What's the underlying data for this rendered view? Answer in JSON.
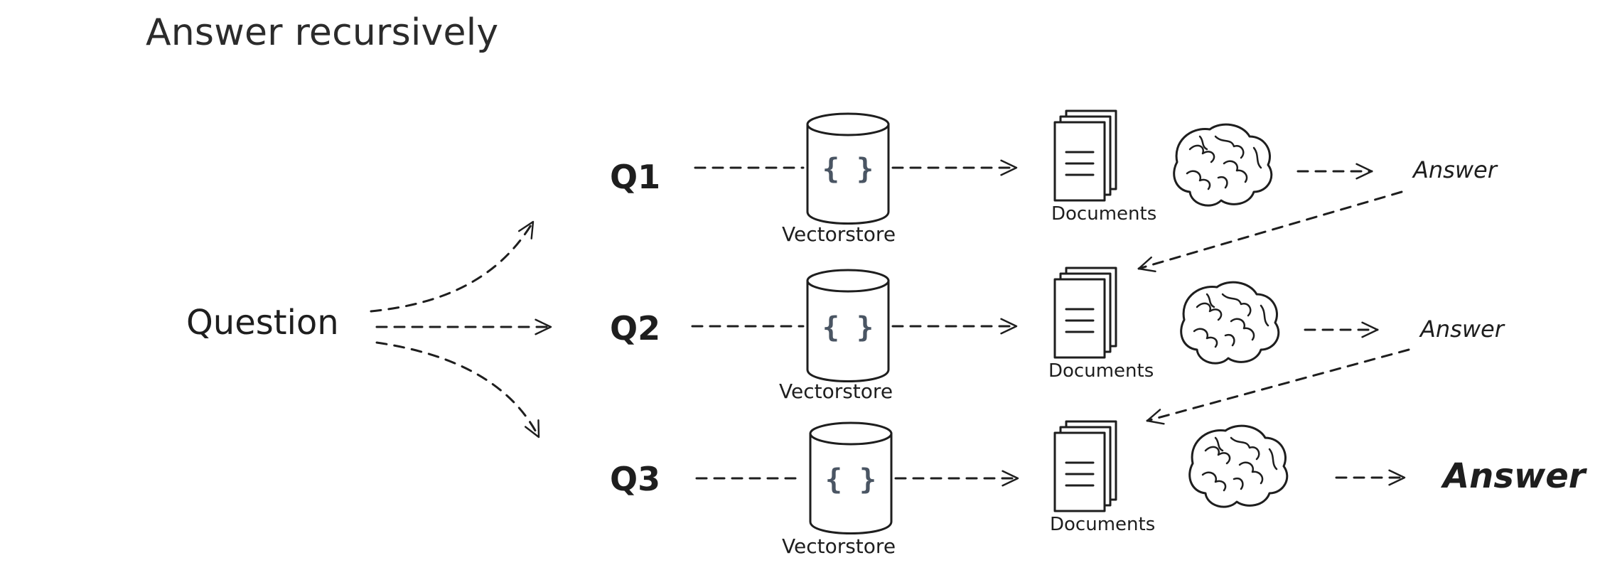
{
  "title": "Answer recursively",
  "question_label": "Question",
  "rows": [
    {
      "query": "Q1",
      "vectorstore_label": "Vectorstore",
      "vectorstore_symbol": "{ }",
      "documents_label": "Documents",
      "answer_label": "Answer"
    },
    {
      "query": "Q2",
      "vectorstore_label": "Vectorstore",
      "vectorstore_symbol": "{ }",
      "documents_label": "Documents",
      "answer_label": "Answer"
    },
    {
      "query": "Q3",
      "vectorstore_label": "Vectorstore",
      "vectorstore_symbol": "{ }",
      "documents_label": "Documents",
      "answer_label": "Answer"
    }
  ],
  "icons": [
    "database-icon",
    "documents-icon",
    "brain-icon",
    "arrow-icon"
  ],
  "colors": {
    "ink": "#1e1e1e",
    "braces": "#4a5563",
    "title": "#2b2b2b",
    "background": "#ffffff"
  }
}
